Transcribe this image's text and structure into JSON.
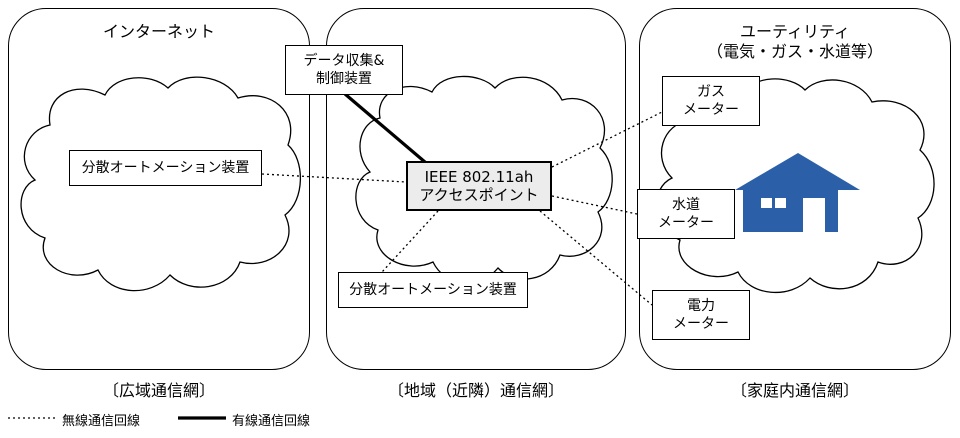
{
  "panels": {
    "internet": {
      "title": "インターネット",
      "network_label": "〔広域通信網〕"
    },
    "regional": {
      "network_label": "〔地域（近隣）通信網〕"
    },
    "utility": {
      "title_line1": "ユーティリティ",
      "title_line2": "（電気・ガス・水道等）",
      "network_label": "〔家庭内通信網〕"
    }
  },
  "nodes": {
    "internet_automation": "分散オートメーション装置",
    "data_collection_line1": "データ収集&",
    "data_collection_line2": "制御装置",
    "access_point_line1": "IEEE 802.11ah",
    "access_point_line2": "アクセスポイント",
    "regional_automation": "分散オートメーション装置",
    "gas_meter_line1": "ガス",
    "gas_meter_line2": "メーター",
    "water_meter_line1": "水道",
    "water_meter_line2": "メーター",
    "power_meter_line1": "電力",
    "power_meter_line2": "メーター"
  },
  "legend": {
    "wireless": "無線通信回線",
    "wired": "有線通信回線"
  },
  "colors": {
    "house": "#2b5fa8",
    "access_point_fill": "#ececec"
  }
}
